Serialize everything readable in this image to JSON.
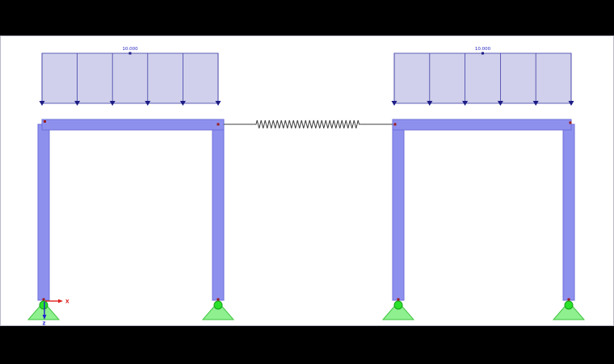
{
  "labels": {
    "left_load_value": "10.000",
    "right_load_value": "10.000",
    "axis_x": "X",
    "axis_z": "Z"
  },
  "colors": {
    "letterbox": "#000000",
    "canvas": "#ffffff",
    "canvas_border": "#b9b9c9",
    "member_fill": "#8e90ee",
    "member_edge": "#6d6fd9",
    "load_fill": "#d0d0ec",
    "load_edge": "#4040aa",
    "load_arrow": "#1c1c86",
    "load_text": "#2626c2",
    "spring": "#3f3f3f",
    "support_cone_fill": "#8ef08e",
    "support_cone_edge": "#3fc43f",
    "support_node_fill": "#2be22b",
    "support_node_edge": "#17a017",
    "node_dot": "#9b1c1c",
    "axis_x_color": "#e02020",
    "axis_z_color": "#2020cc"
  }
}
